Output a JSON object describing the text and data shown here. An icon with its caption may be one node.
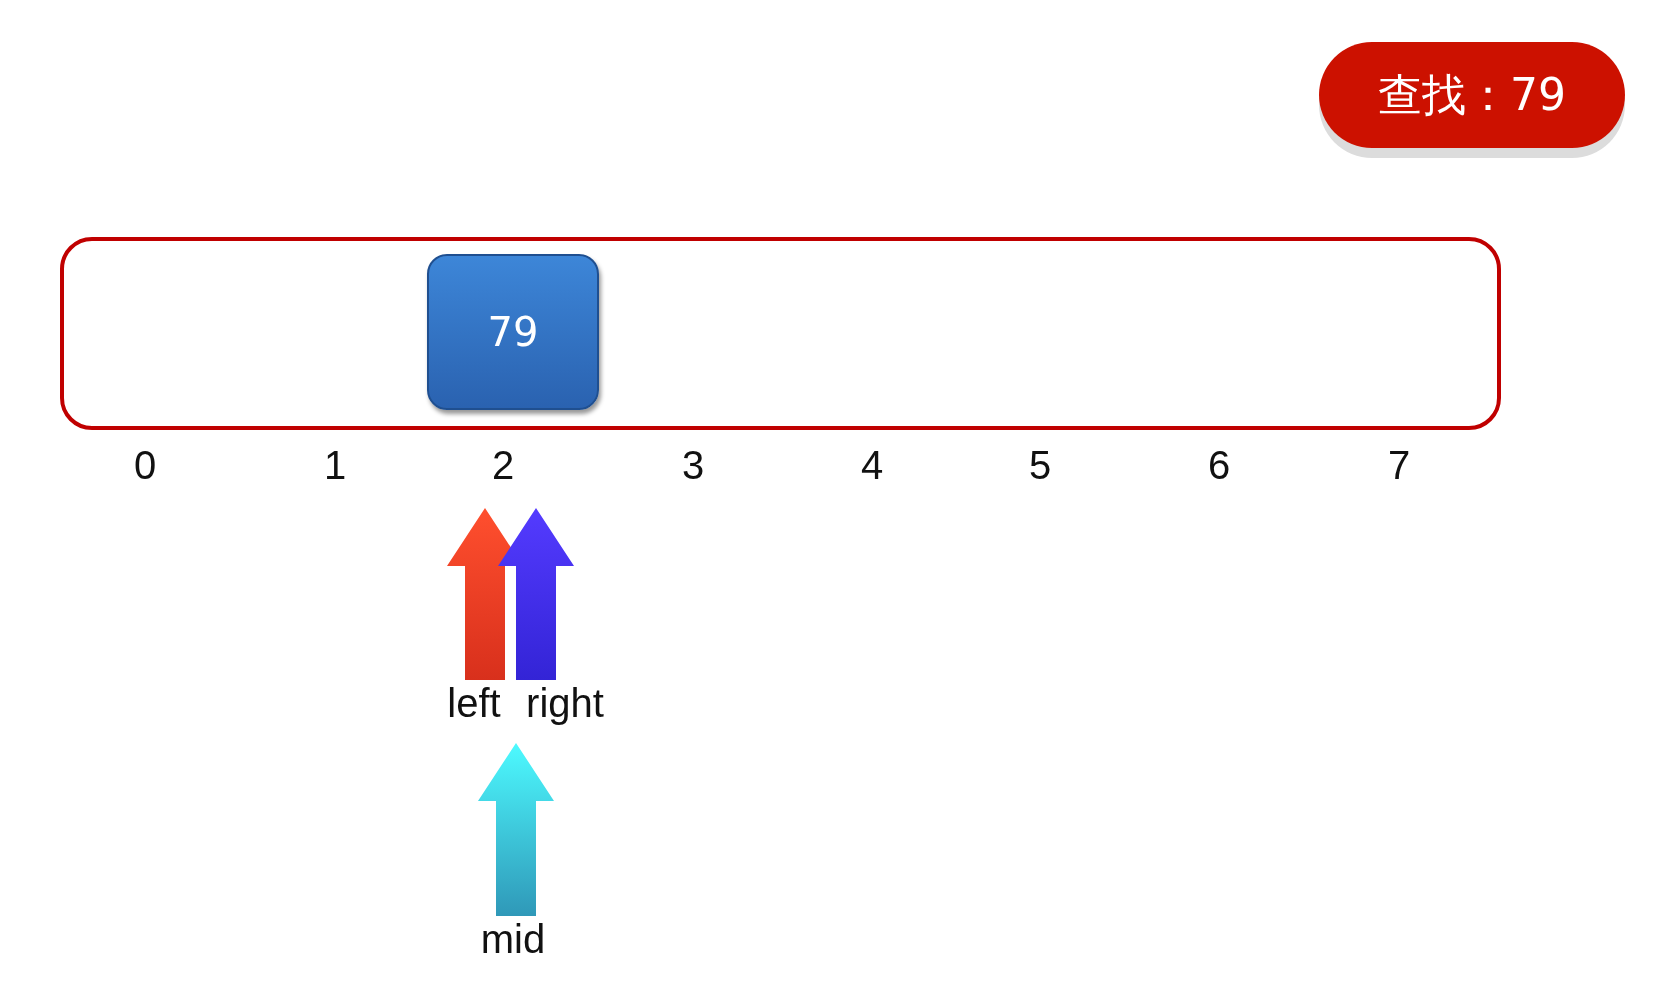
{
  "diagram": {
    "nodes": [
      {
        "text": [
          "查找：79"
        ]
      },
      {
        "text": [],
        "shape": "box"
      },
      {
        "text": [
          "79"
        ],
        "in": 1
      },
      {
        "text": [
          "left"
        ]
      },
      {
        "text": [
          "right"
        ]
      },
      {
        "text": [
          "mid"
        ]
      }
    ],
    "edges": [
      {
        "from": 3,
        "to": null,
        "arrow": "to",
        "color": "#d8301c"
      },
      {
        "from": 4,
        "to": null,
        "arrow": "to",
        "color": "#3324d6"
      },
      {
        "from": 5,
        "to": null,
        "arrow": "to",
        "color": "#2f98b8"
      }
    ],
    "labels": [
      "0",
      "1",
      "2",
      "3",
      "4",
      "5",
      "6",
      "7"
    ]
  }
}
